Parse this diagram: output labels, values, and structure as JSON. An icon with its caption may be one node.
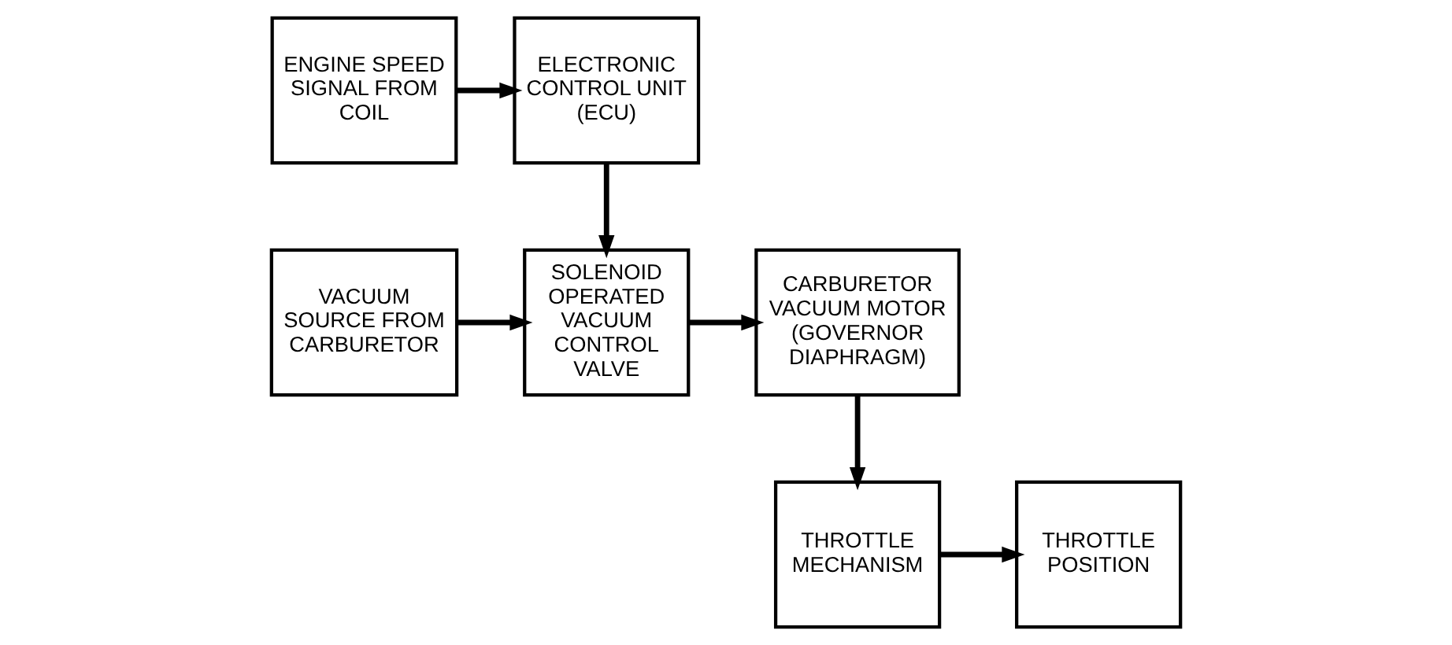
{
  "diagram": {
    "nodes": [
      {
        "text": [
          "VACUUM SOURCE FROM CARBURETOR"
        ]
      },
      {
        "text": [
          "SOLENOID OPERATED VACUUM CONTROL VALVE"
        ]
      },
      {
        "text": [
          "CARBURETOR VACUUM MOTOR (GOVERNOR DIAPHRAGM)"
        ]
      },
      {
        "text": [
          "ENGINE SPEED SIGNAL FROM COIL"
        ]
      },
      {
        "text": [
          "ELECTRONIC CONTROL UNIT (ECU)"
        ]
      },
      {
        "text": [
          "THROTTLE MECHANISM"
        ]
      },
      {
        "text": [
          "THROTTLE POSITION"
        ]
      }
    ],
    "edges": [
      {
        "from": 0,
        "to": 1,
        "arrow": "to"
      },
      {
        "from": 1,
        "to": 2,
        "arrow": "to"
      },
      {
        "from": 2,
        "to": 5,
        "arrow": "to"
      },
      {
        "from": 3,
        "to": 4,
        "arrow": "to"
      },
      {
        "from": 4,
        "to": 1,
        "arrow": "to"
      },
      {
        "from": 5,
        "to": 6,
        "arrow": "to"
      }
    ]
  }
}
